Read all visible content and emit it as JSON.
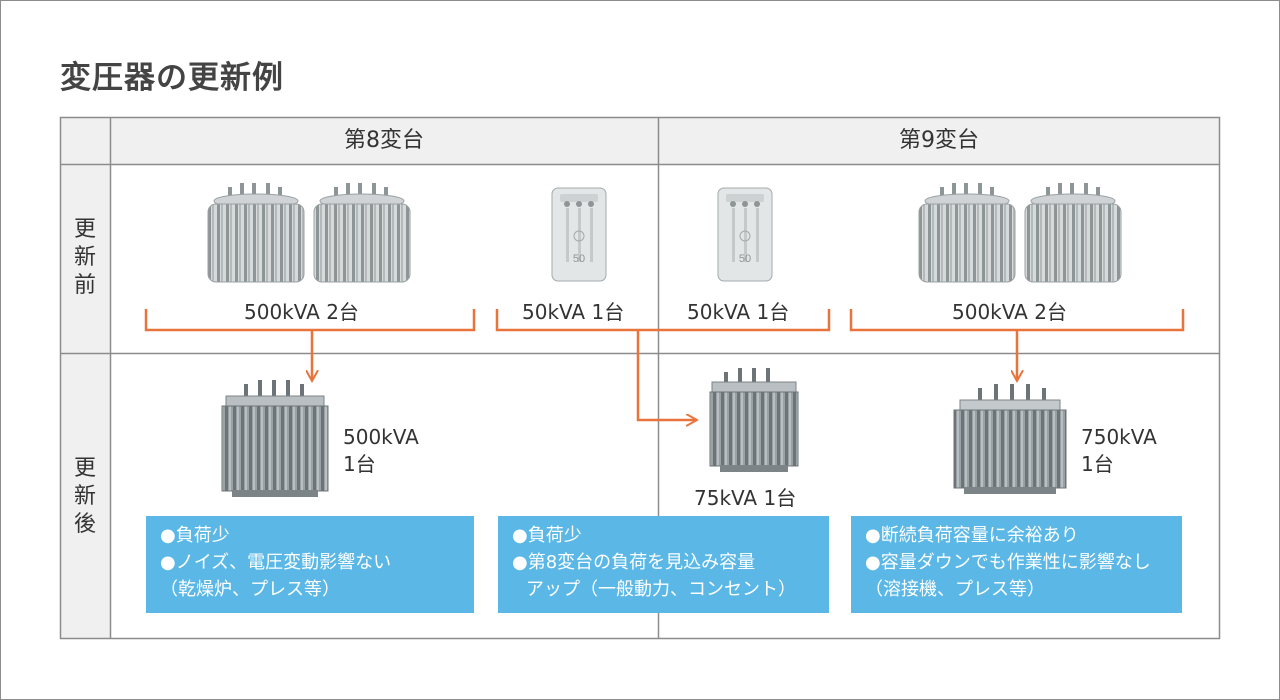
{
  "title": "変圧器の更新例",
  "columns": [
    "第8変台",
    "第9変台"
  ],
  "rows": {
    "before": [
      "更",
      "新",
      "前"
    ],
    "after": [
      "更",
      "新",
      "後"
    ]
  },
  "before_labels": [
    "500kVA 2台",
    "50kVA 1台",
    "50kVA 1台",
    "500kVA 2台"
  ],
  "after_items": [
    {
      "line1": "500kVA",
      "line2": "1台"
    },
    {
      "line1": "75kVA 1台"
    },
    {
      "line1": "750kVA",
      "line2": "1台"
    }
  ],
  "boxes": [
    {
      "lines": [
        "●負荷少",
        "●ノイズ、電圧変動影響ない",
        "（乾燥炉、プレス等）"
      ]
    },
    {
      "lines": [
        "●負荷少",
        "●第8変台の負荷を見込み容量",
        "アップ（一般動力、コンセント）"
      ]
    },
    {
      "lines": [
        "●断続負荷容量に余裕あり",
        "●容量ダウンでも作業性に影響なし",
        "（溶接機、プレス等）"
      ]
    }
  ],
  "colors": {
    "accent_orange": "#e8743b",
    "info_blue": "#5bb8e6",
    "header_gray": "#f0f0f0",
    "grid_line": "#8c8c8c"
  }
}
